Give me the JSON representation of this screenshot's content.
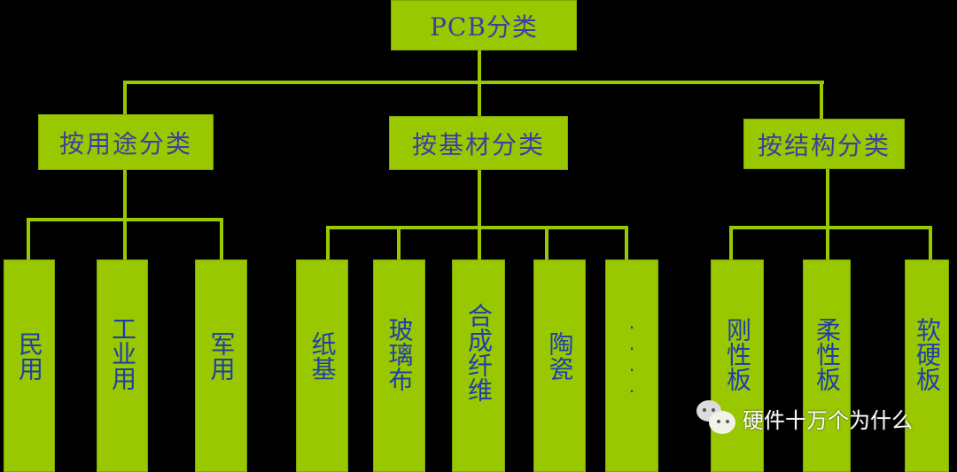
{
  "diagram": {
    "title": "PCB分类",
    "colors": {
      "background": "#000000",
      "box_fill": "#99c800",
      "text": "#1f3fa8",
      "title_text": "#3b3fa0"
    },
    "categories": [
      {
        "label": "按用途分类",
        "children": [
          "民用",
          "工业用",
          "军用"
        ]
      },
      {
        "label": "按基材分类",
        "children": [
          "纸基",
          "玻璃布",
          "合成纤维",
          "陶瓷",
          "····"
        ]
      },
      {
        "label": "按结构分类",
        "children": [
          "刚性板",
          "柔性板",
          "软硬板"
        ]
      }
    ]
  },
  "watermark": {
    "icon": "wechat-icon",
    "text": "硬件十万个为什么"
  }
}
